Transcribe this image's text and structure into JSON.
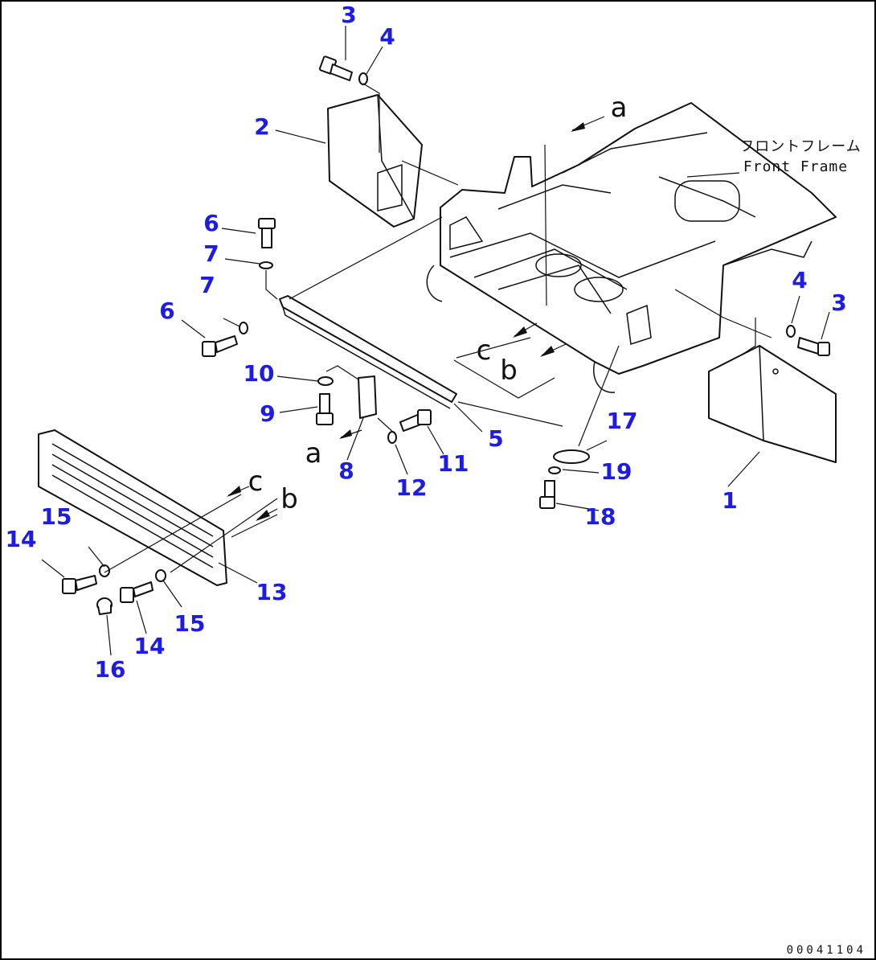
{
  "callouts": {
    "n1": "1",
    "n2": "2",
    "n3a": "3",
    "n3b": "3",
    "n4a": "4",
    "n4b": "4",
    "n5": "5",
    "n6a": "6",
    "n6b": "6",
    "n7a": "7",
    "n7b": "7",
    "n8": "8",
    "n9": "9",
    "n10": "10",
    "n11": "11",
    "n12": "12",
    "n13": "13",
    "n14a": "14",
    "n14b": "14",
    "n15a": "15",
    "n15b": "15",
    "n16": "16",
    "n17": "17",
    "n18": "18",
    "n19": "19"
  },
  "refs": {
    "a_top": "a",
    "a_low": "a",
    "b_mid": "b",
    "b_grille": "b",
    "c_mid": "c",
    "c_grille": "c"
  },
  "labels": {
    "front_frame_jp": "フロントフレーム",
    "front_frame_en": "Front Frame"
  },
  "drawing_code": "00041104",
  "colors": {
    "callout": "#1c1ce6",
    "line": "#111111",
    "frame": "#000000"
  }
}
